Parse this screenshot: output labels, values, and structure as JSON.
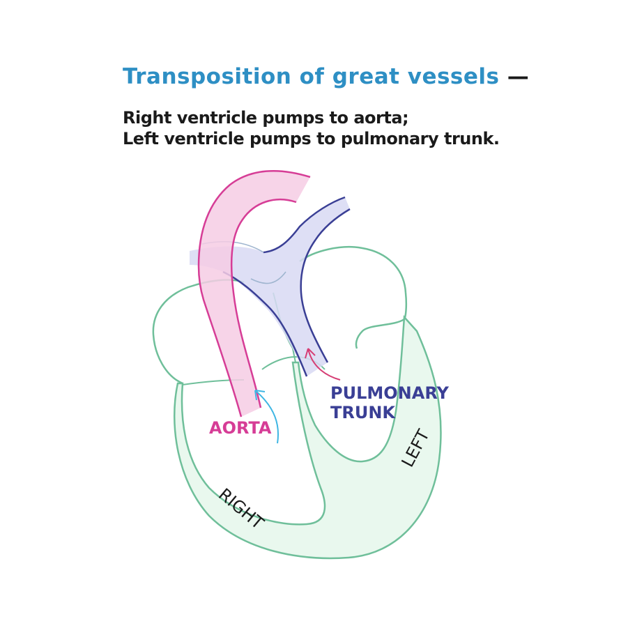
{
  "title": {
    "text": "Transposition of great vessels",
    "dash": "—"
  },
  "subtitle": {
    "line1": "Right ventricle pumps to aorta;",
    "line2": "Left ventricle pumps to pulmonary trunk."
  },
  "labels": {
    "aorta": "AORTA",
    "pulmonary_line1": "PULMONARY",
    "pulmonary_line2": "TRUNK",
    "left": "LEFT",
    "right": "RIGHT"
  },
  "colors": {
    "title": "#2e8fc4",
    "heart_outline": "#6fbf9a",
    "heart_wall_fill": "#e9f8ee",
    "aorta_stroke": "#d63d96",
    "aorta_fill": "#f6cde4",
    "pulmonary_stroke": "#3a3f95",
    "pulmonary_fill": "#d8d9f3",
    "arrow_aorta": "#3fb6e3",
    "arrow_pulmonary": "#d63d74",
    "label_text": "#1a1a1a"
  }
}
